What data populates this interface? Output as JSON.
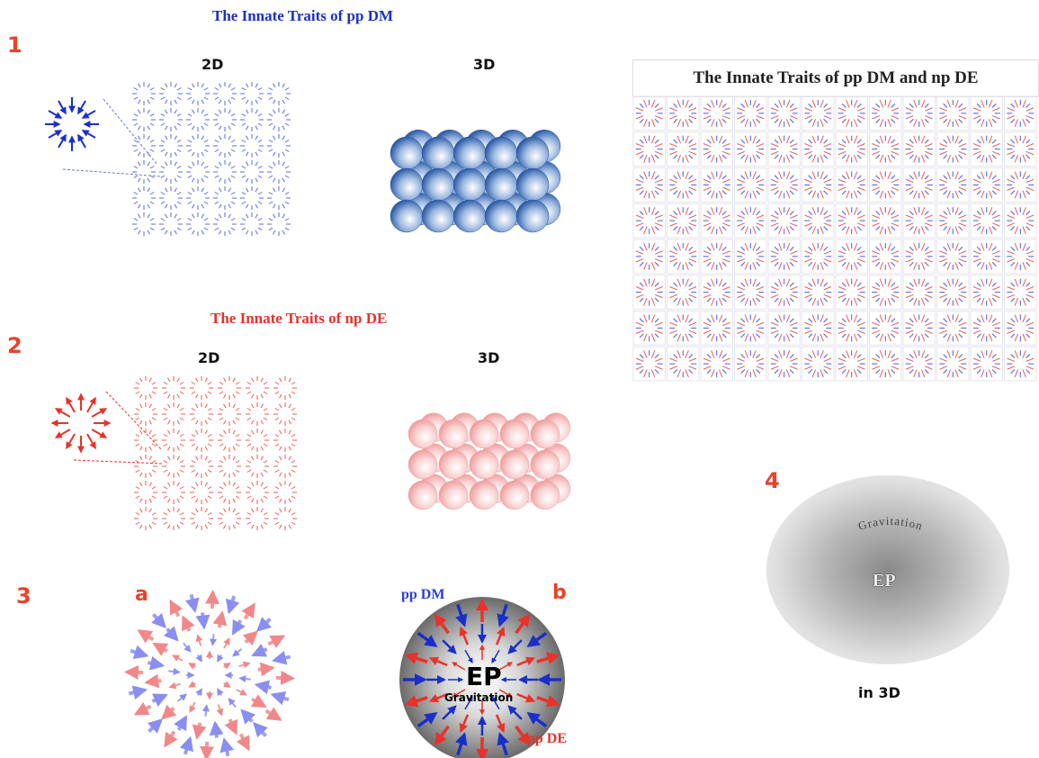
{
  "section1": {
    "number": "1",
    "title": "The Innate Traits of pp DM",
    "label_2d": "2D",
    "label_3d": "3D",
    "color": "#1a2fc9"
  },
  "section2": {
    "number": "2",
    "title": "The Innate Traits of np DE",
    "label_2d": "2D",
    "label_3d": "3D",
    "color": "#e8322a"
  },
  "section3": {
    "number": "3",
    "sub_a": "a",
    "sub_b": "b",
    "pp_label": "pp DM",
    "np_label": "np DE",
    "center_big": "EP",
    "center_small": "Gravitation"
  },
  "section4": {
    "number": "4",
    "arc_text": "Gravitation",
    "center": "EP",
    "caption": "in 3D"
  },
  "grid_panel": {
    "title": "The Innate Traits of pp DM and np DE"
  },
  "colors": {
    "number_orange": "#e8432a",
    "dm_blue": "#1a2fc9",
    "de_red": "#e8322a",
    "sphere_blue": "#3d6fb3",
    "sphere_pink": "#f4b3b3"
  }
}
